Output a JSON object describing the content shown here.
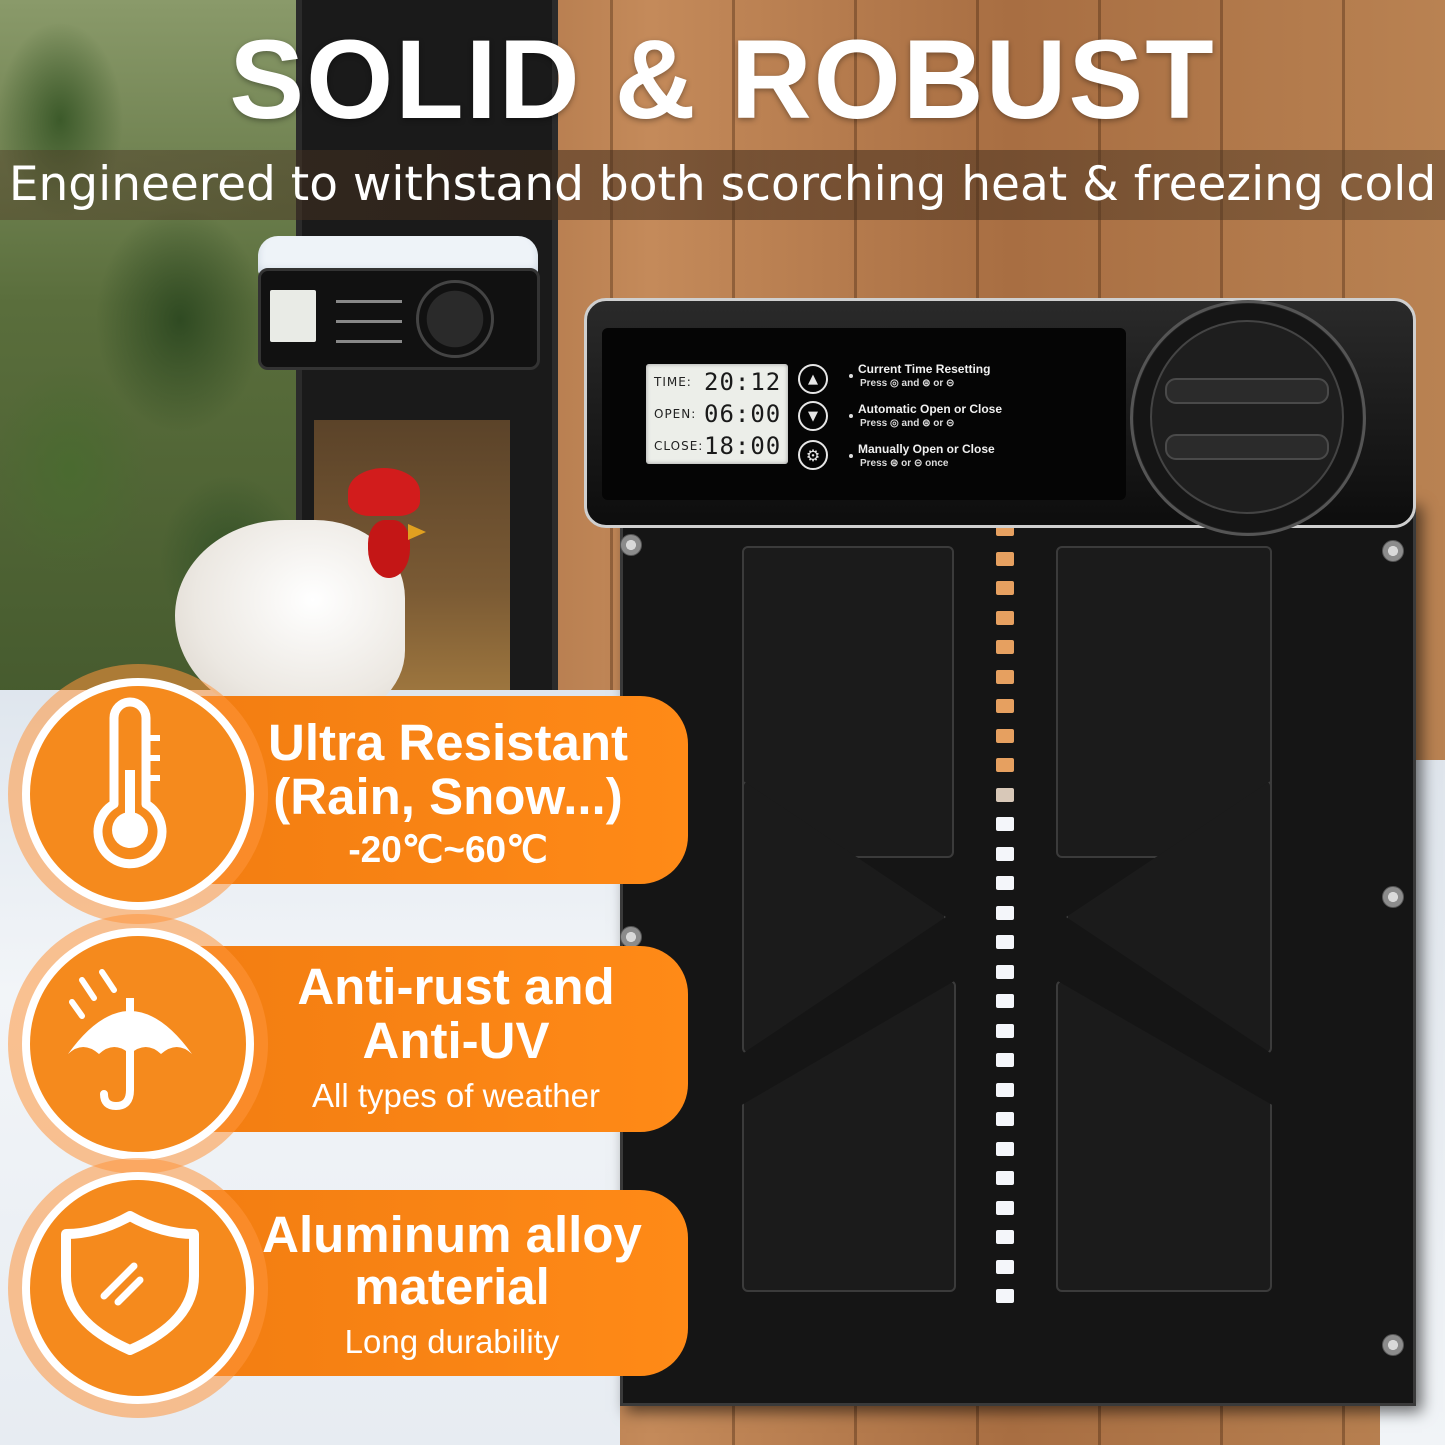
{
  "headline": "SOLID & ROBUST",
  "subheadline": "Engineered to withstand both scorching heat & freezing cold",
  "control_panel": {
    "lcd": [
      {
        "label": "TIME:",
        "value": "20:12"
      },
      {
        "label": "OPEN:",
        "value": "06:00"
      },
      {
        "label": "CLOSE:",
        "value": "18:00"
      }
    ],
    "instructions": [
      {
        "title": "Current Time Resetting",
        "sub": "Press ◎ and ⊜ or ⊝"
      },
      {
        "title": "Automatic Open or Close",
        "sub": "Press ◎ and ⊜ or ⊝"
      },
      {
        "title": "Manually Open or Close",
        "sub": "Press ⊜ or ⊝ once"
      }
    ]
  },
  "features": [
    {
      "title_line1": "Ultra Resistant",
      "title_line2": "(Rain, Snow...)",
      "subtitle": "-20℃~60℃",
      "icon": "thermometer-icon"
    },
    {
      "title_line1": "Anti-rust and",
      "title_line2": "Anti-UV",
      "subtitle": "All types of weather",
      "icon": "umbrella-icon"
    },
    {
      "title_line1": "Aluminum alloy",
      "title_line2": "material",
      "subtitle": "Long durability",
      "icon": "shield-icon"
    }
  ],
  "colors": {
    "accent": "#f58a1d",
    "door": "#151515",
    "text": "#ffffff"
  }
}
